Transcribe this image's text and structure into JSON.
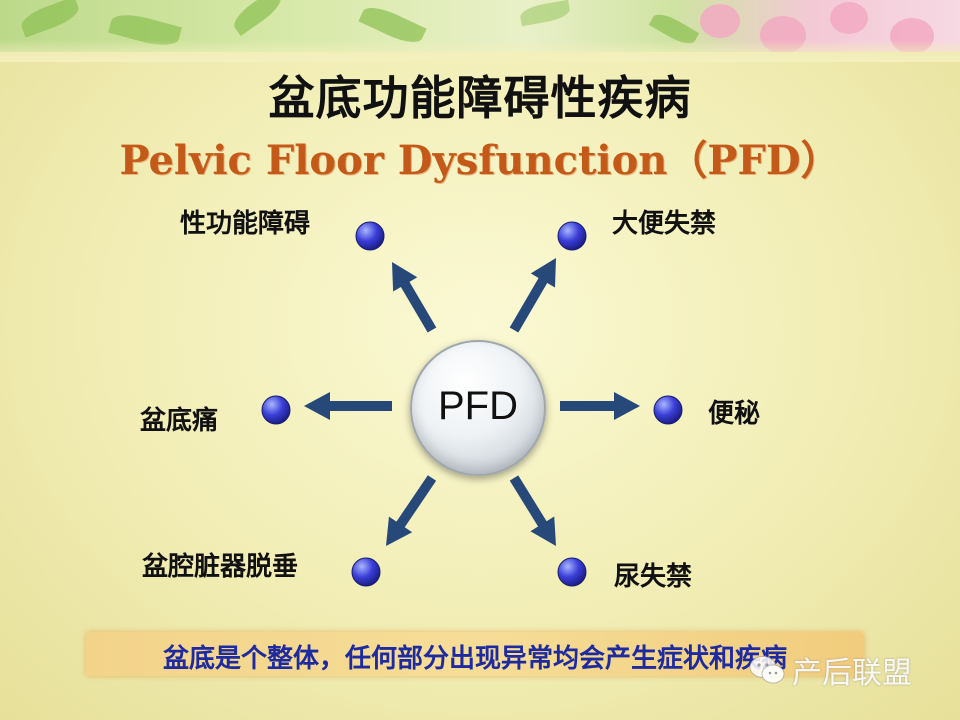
{
  "title": {
    "cn": "盆底功能障碍性疾病",
    "en": "Pelvic Floor Dysfunction（PFD）"
  },
  "hub": {
    "label": "PFD"
  },
  "nodes": [
    {
      "id": "sexual",
      "label": "性功能障碍"
    },
    {
      "id": "fecal",
      "label": "大便失禁"
    },
    {
      "id": "pain",
      "label": "盆底痛"
    },
    {
      "id": "constipation",
      "label": "便秘"
    },
    {
      "id": "prolapse",
      "label": "盆腔脏器脱垂"
    },
    {
      "id": "urinary",
      "label": "尿失禁"
    }
  ],
  "footer": {
    "text": "盆底是个整体，任何部分出现异常均会产生症状和疾病"
  },
  "watermark": {
    "text": "产后联盟",
    "icon": "wechat-icon"
  },
  "colors": {
    "arrow": "#27497a",
    "node_dot": "#3b3fd8",
    "title_en": "#c45a1a",
    "footer_text": "#1e2aa0"
  }
}
